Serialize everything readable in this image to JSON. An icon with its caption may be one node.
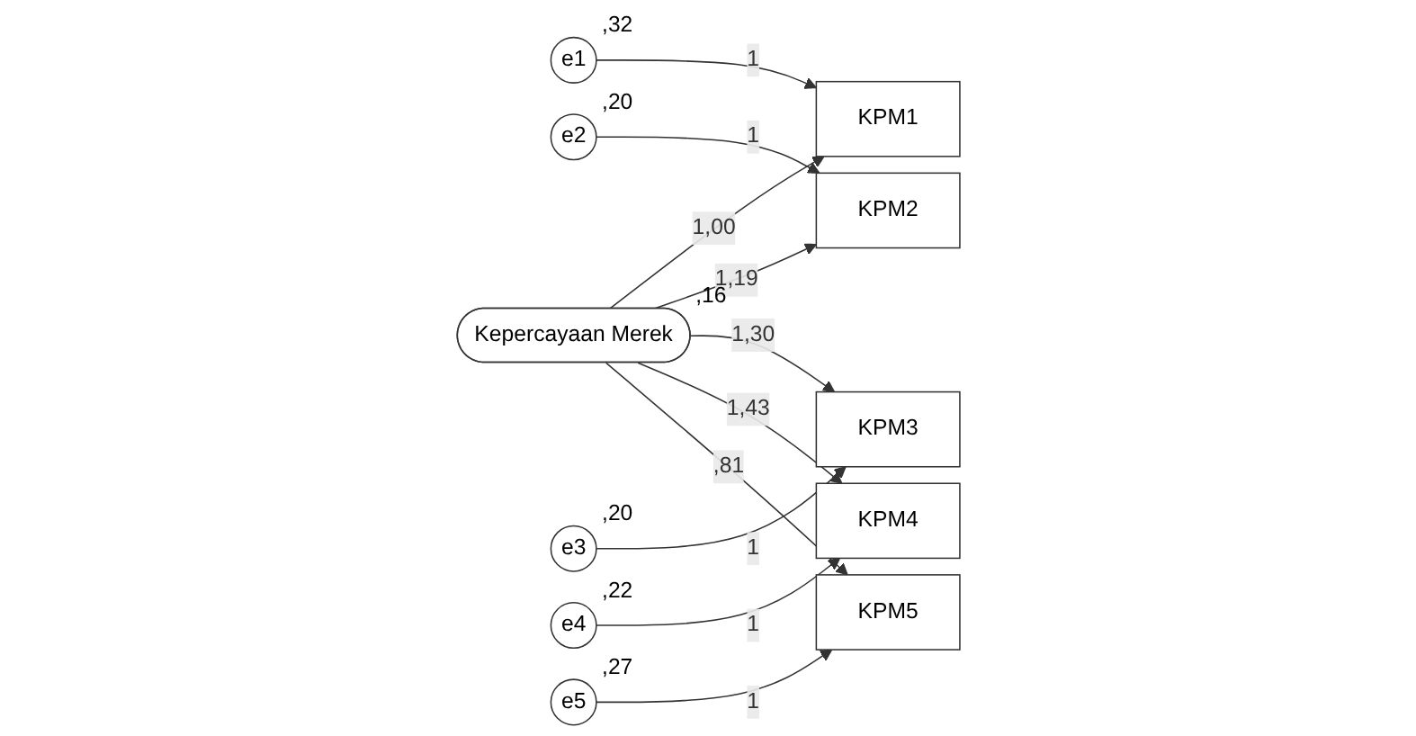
{
  "diagram": {
    "nodes": [
      {
        "text": [
          "Kepercayaan Merek"
        ],
        "beside": [
          ",16"
        ]
      },
      {
        "text": [
          "KPM1"
        ]
      },
      {
        "text": [
          "KPM2"
        ]
      },
      {
        "text": [
          "KPM3"
        ]
      },
      {
        "text": [
          "KPM4"
        ]
      },
      {
        "text": [
          "KPM5"
        ]
      },
      {
        "text": [
          "e1"
        ],
        "beside": [
          ",32"
        ]
      },
      {
        "text": [
          "e2"
        ],
        "beside": [
          ",20"
        ]
      },
      {
        "text": [
          "e3"
        ],
        "beside": [
          ",20"
        ]
      },
      {
        "text": [
          "e4"
        ],
        "beside": [
          ",22"
        ]
      },
      {
        "text": [
          "e5"
        ],
        "beside": [
          ",27"
        ]
      }
    ],
    "edges": [
      {
        "from": 0,
        "to": 1,
        "arrow": "to",
        "label": "1,00"
      },
      {
        "from": 0,
        "to": 2,
        "arrow": "to",
        "label": "1,19"
      },
      {
        "from": 0,
        "to": 3,
        "arrow": "to",
        "label": "1,30"
      },
      {
        "from": 0,
        "to": 4,
        "arrow": "to",
        "label": "1,43"
      },
      {
        "from": 0,
        "to": 5,
        "arrow": "to",
        "label": ",81"
      },
      {
        "from": 6,
        "to": 1,
        "arrow": "to",
        "label": "1"
      },
      {
        "from": 7,
        "to": 2,
        "arrow": "to",
        "label": "1"
      },
      {
        "from": 8,
        "to": 3,
        "arrow": "to",
        "label": "1"
      },
      {
        "from": 9,
        "to": 4,
        "arrow": "to",
        "label": "1"
      },
      {
        "from": 10,
        "to": 5,
        "arrow": "to",
        "label": "1"
      }
    ]
  }
}
